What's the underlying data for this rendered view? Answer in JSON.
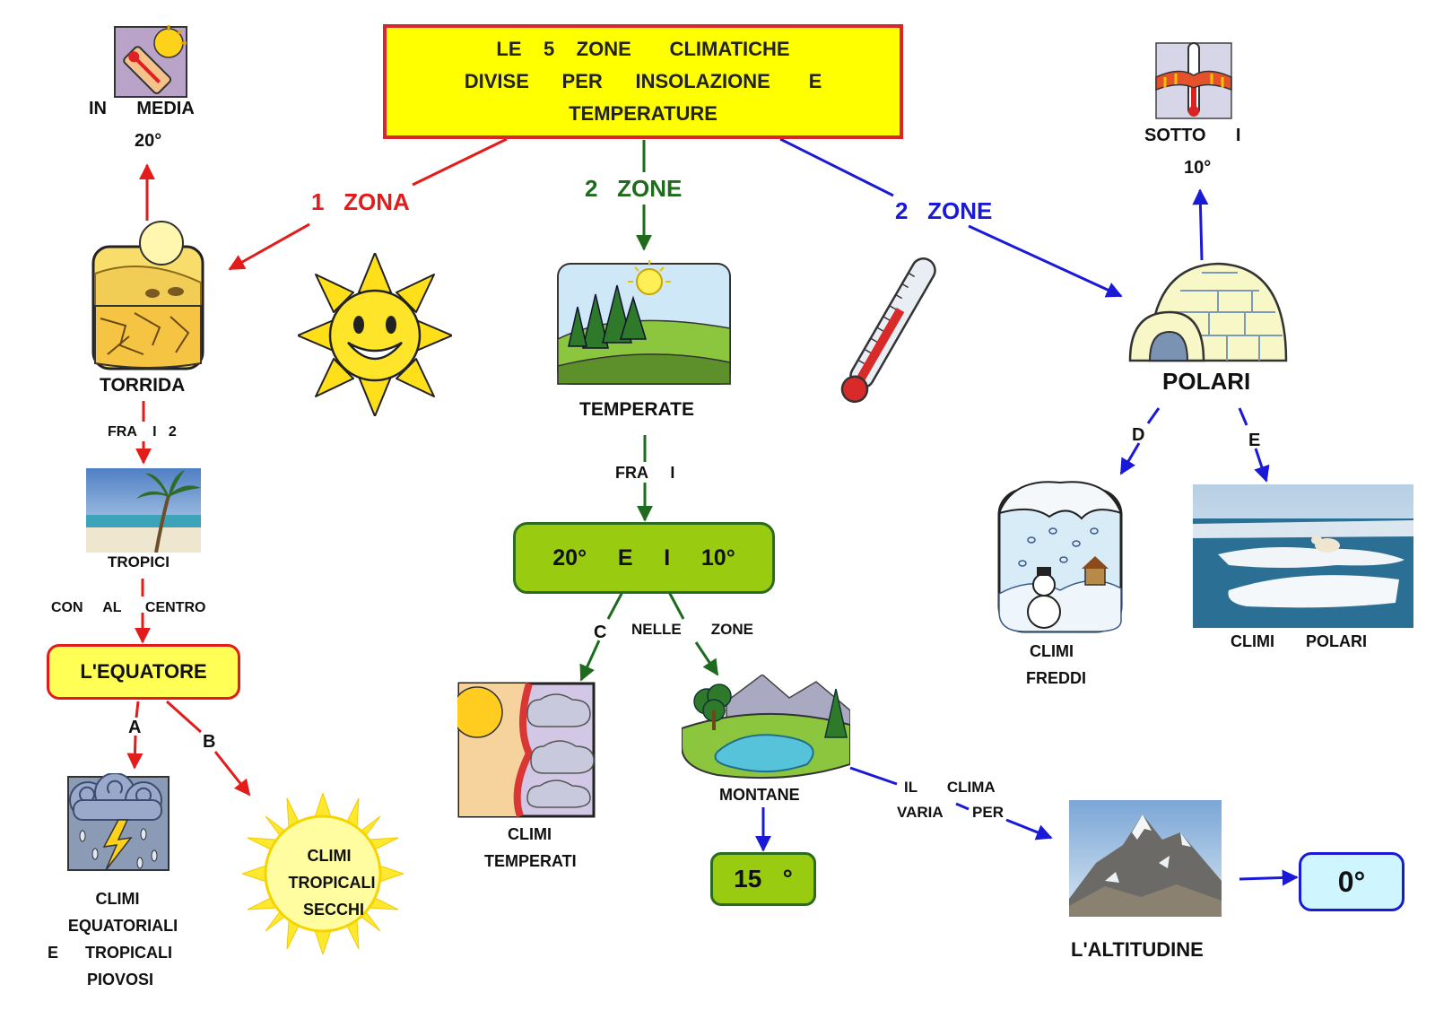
{
  "colors": {
    "red": "#e41b1b",
    "green": "#1e6b1e",
    "blue": "#1a1ad6",
    "title_fill": "#ffff00",
    "title_border": "#d8262b",
    "node_green": "#99cc11",
    "node_cyan": "#cff6ff",
    "node_yellow": "#ffff55"
  },
  "title": {
    "line1": "LE    5    ZONE       CLIMATICHE",
    "line2": "DIVISE      PER      INSOLAZIONE       E",
    "line3": "TEMPERATURE"
  },
  "branches": {
    "torrida_count": "1   ZONA",
    "temperate_count": "2   ZONE",
    "polari_count": "2   ZONE"
  },
  "torrida": {
    "name": "TORRIDA",
    "avg_line1": "IN      MEDIA",
    "avg_line2": "20°",
    "link_fra": "FRA    I   2",
    "tropici": "TROPICI",
    "link_centro": "CON     AL      CENTRO",
    "equatore": "L'EQUATORE",
    "link_a": "A",
    "link_b": "B",
    "climi_eq_1": "CLIMI",
    "climi_eq_2": "EQUATORIALI",
    "climi_eq_3": "E      TROPICALI",
    "climi_eq_4": "PIOVOSI",
    "climi_trop_1": "CLIMI",
    "climi_trop_2": "TROPICALI",
    "climi_trop_3": "SECCHI"
  },
  "temperate": {
    "name": "TEMPERATE",
    "link_fra": "FRA     I",
    "range": "20°     E     I     10°",
    "link_c": "C",
    "link_nelle": "NELLE       ZONE",
    "climi_1": "CLIMI",
    "climi_2": "TEMPERATI",
    "montane": "MONTANE",
    "montane_temp": "15   °",
    "link_il": "IL       CLIMA",
    "link_varia": "VARIA       PER",
    "altitudine": "L'ALTITUDINE",
    "alt_temp": "0°"
  },
  "polari": {
    "name": "POLARI",
    "sotto_1": "SOTTO      I",
    "sotto_2": "10°",
    "link_d": "D",
    "link_e": "E",
    "freddi_1": "CLIMI",
    "freddi_2": "FREDDI",
    "climi_polari": "CLIMI       POLARI"
  },
  "icons": [
    "thermometer-sun-icon",
    "desert-icon",
    "sun-smiley-icon",
    "meadow-icon",
    "thermometer-icon",
    "igloo-icon",
    "scarf-thermometer-icon",
    "beach-photo",
    "climate-diagram-icon",
    "lake-mountain-icon",
    "storm-cloud-icon",
    "sun-circle-icon",
    "snowman-icon",
    "polar-bear-photo",
    "mountain-photo"
  ]
}
